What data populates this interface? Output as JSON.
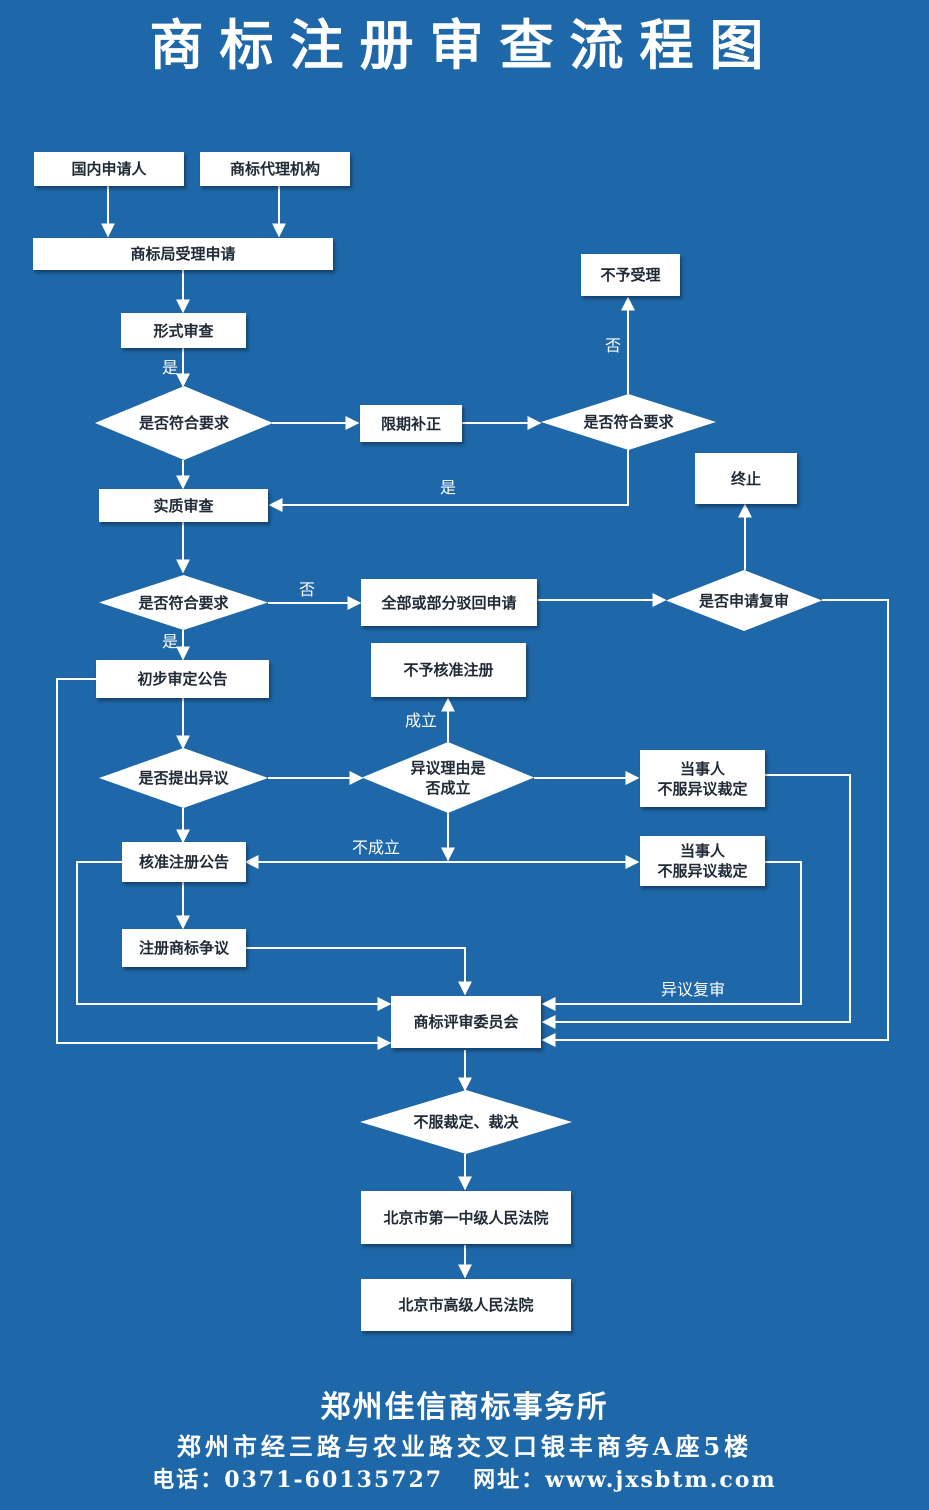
{
  "title": "商标注册审查流程图",
  "colors": {
    "background": "#1e67a8",
    "node_fill": "#ffffff",
    "wire": "#ffffff",
    "text_dark": "#1f2a36"
  },
  "nodes": {
    "domestic_applicant": "国内申请人",
    "trademark_agency": "商标代理机构",
    "tmo_accept": "商标局受理申请",
    "formal_review": "形式审查",
    "meets_req_1": "是否符合要求",
    "correction": "限期补正",
    "meets_req_2": "是否符合要求",
    "not_accepted": "不予受理",
    "substantive_review": "实质审查",
    "meets_req_3": "是否符合要求",
    "rejection": "全部或部分驳回申请",
    "apply_reexam": "是否申请复审",
    "terminate": "终止",
    "prelim_announce": "初步审定公告",
    "not_approved": "不予核准注册",
    "opposition_filed": "是否提出异议",
    "opposition_valid": [
      "异议理由是",
      "否成立"
    ],
    "party_dissatisfied_1": [
      "当事人",
      "不服异议裁定"
    ],
    "party_dissatisfied_2": [
      "当事人",
      "不服异议裁定"
    ],
    "reg_announce": "核准注册公告",
    "reg_dispute": "注册商标争议",
    "trab": "商标评审委员会",
    "dissatisfied_ruling": "不服裁定、裁决",
    "beijing_1st_court": "北京市第一中级人民法院",
    "beijing_high_court": "北京市高级人民法院"
  },
  "edge_labels": {
    "yes_1": "是",
    "no_1": "否",
    "yes_2": "是",
    "no_2": "否",
    "yes_3": "是",
    "established": "成立",
    "not_established": "不成立",
    "opposition_reexam": "异议复审"
  },
  "footer": {
    "company": "郑州佳信商标事务所",
    "address": "郑州市经三路与农业路交叉口银丰商务A座5楼",
    "phone_label": "电话：",
    "phone": "0371-60135727",
    "site_label": "网址：",
    "site": "www.jxsbtm.com"
  }
}
